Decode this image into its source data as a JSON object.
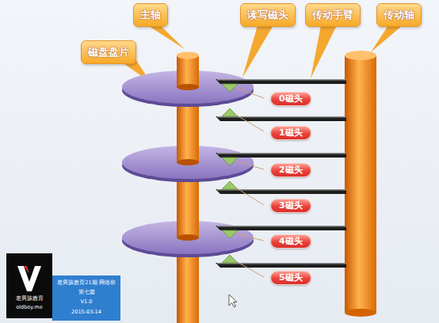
{
  "diagram": {
    "nodes": [
      {
        "text": [
          "主轴"
        ]
      },
      {
        "text": [
          "读写磁头"
        ]
      },
      {
        "text": [
          "传动手臂"
        ]
      },
      {
        "text": [
          "传动轴"
        ]
      },
      {
        "text": [
          "磁盘盘片"
        ]
      },
      {
        "text": [
          "0磁头"
        ]
      },
      {
        "text": [
          "1磁头"
        ]
      },
      {
        "text": [
          "2磁头"
        ]
      },
      {
        "text": [
          "3磁头"
        ]
      },
      {
        "text": [
          "4磁头"
        ]
      },
      {
        "text": [
          "5磁头"
        ]
      }
    ],
    "labels": [
      "老男孩教育",
      "oldboy.me",
      "老男孩教育21期 网络班",
      "第七篇",
      "V1.0",
      "2015-03-14"
    ]
  }
}
